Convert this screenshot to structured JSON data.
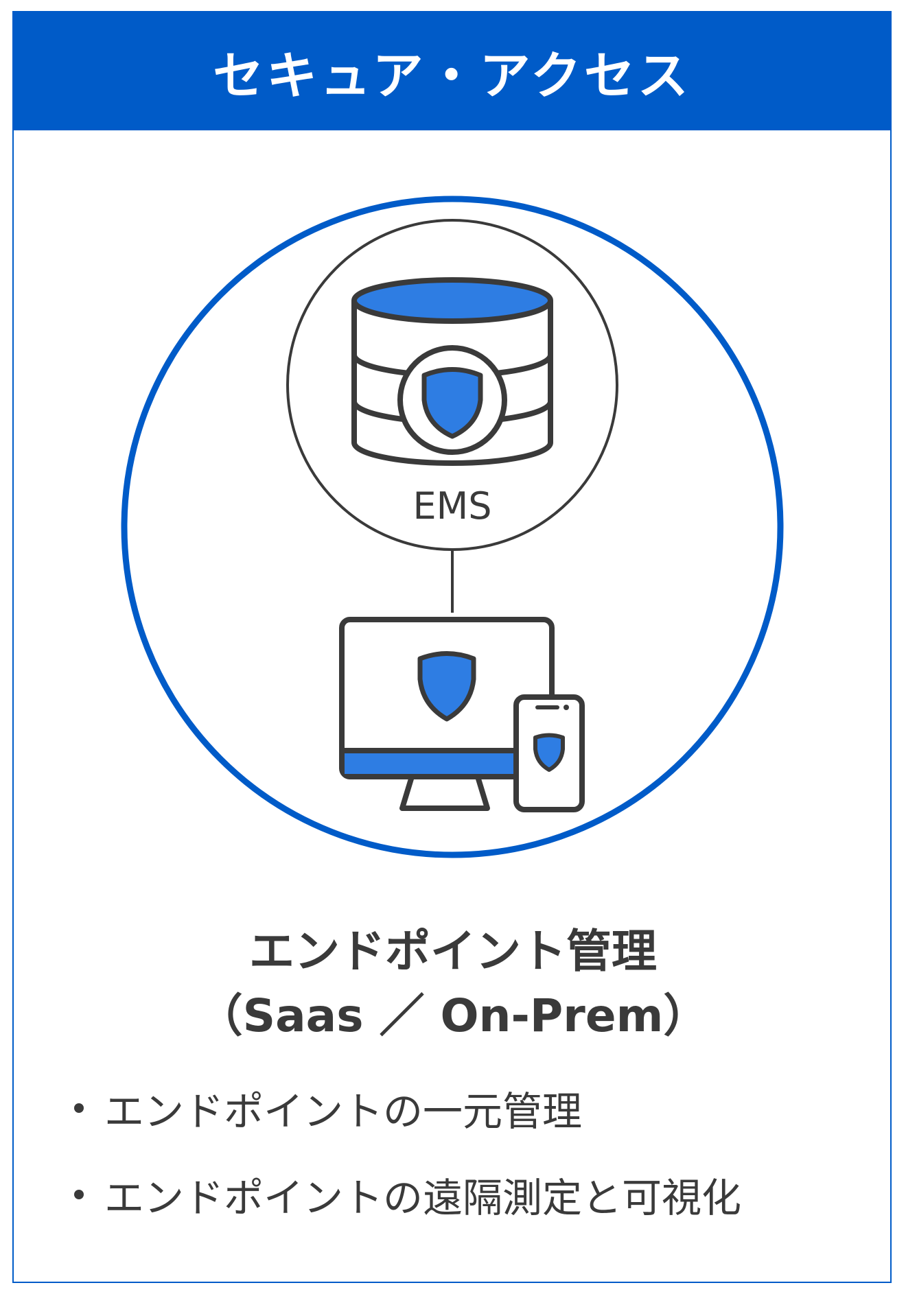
{
  "header": {
    "title": "セキュア・アクセス"
  },
  "diagram": {
    "server_label": "EMS"
  },
  "product": {
    "title_line1": "エンドポイント管理",
    "title_line2": "（Saas ／ On-Prem）"
  },
  "features": [
    "エンドポイントの一元管理",
    "エンドポイントの遠隔測定と可視化"
  ],
  "colors": {
    "brand_blue": "#005bc8",
    "icon_blue": "#2e7de3",
    "outline_gray": "#3a3a3a",
    "text_gray": "#3a3a3a"
  }
}
